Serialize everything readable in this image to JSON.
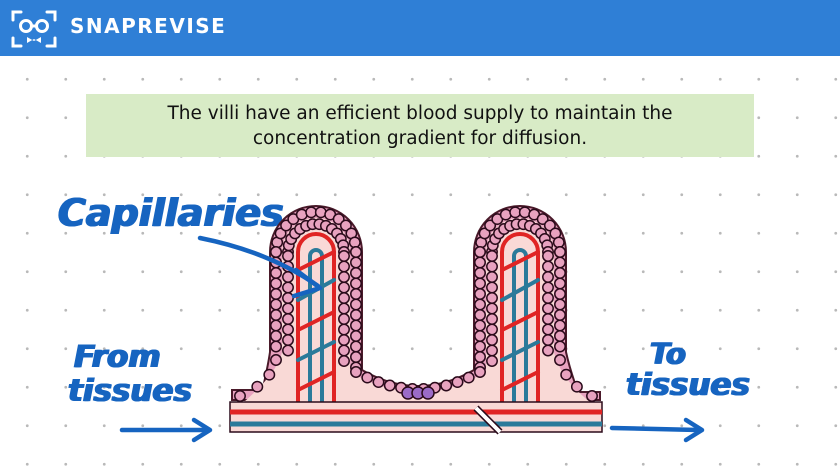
{
  "header": {
    "brand": "SNAPREVISE",
    "logo_icon": "glasses-face-icon",
    "color": "#2f7fd6"
  },
  "banner": {
    "line1": "The villi have an efficient blood supply to maintain the",
    "line2": "concentration gradient for diffusion.",
    "color": "#d8ebc6"
  },
  "labels": {
    "capillaries": "Capillaries",
    "from_line1": "From",
    "from_line2": "tissues",
    "to_line1": "To",
    "to_line2": "tissues"
  },
  "colors": {
    "annotation": "#1664c0",
    "artery": "#e02424",
    "vein": "#2b7a9a",
    "cells": "#e8a2bf",
    "villus_core": "#f9d9d6"
  }
}
